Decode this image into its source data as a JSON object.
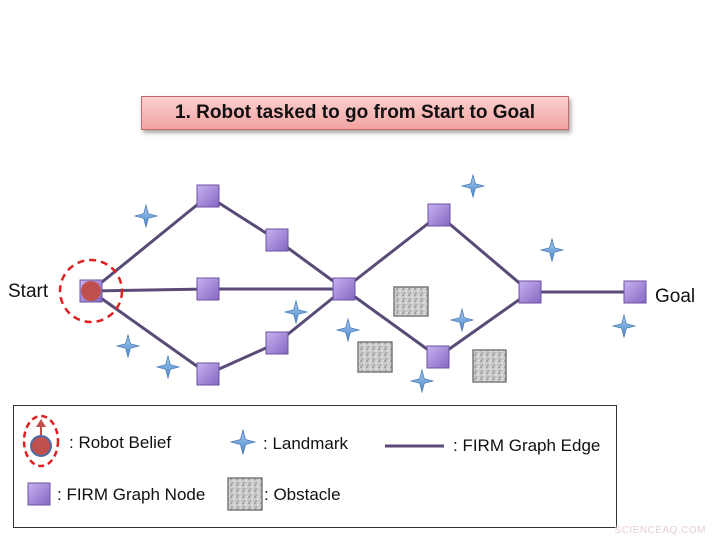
{
  "title": "1. Robot tasked to go from Start to Goal",
  "labels": {
    "start": "Start",
    "goal": "Goal"
  },
  "legend": {
    "robot_belief": ": Robot Belief",
    "landmark": ": Landmark",
    "edge": ": FIRM Graph Edge",
    "node": ": FIRM Graph Node",
    "obstacle": ": Obstacle"
  },
  "watermark": "SCIENCEAQ.COM",
  "colors": {
    "node": "#9b7fd0",
    "edge": "#5a4a78",
    "belief": "#c0504d",
    "belief_ring": "#e02020",
    "landmark": "#6a9fd8",
    "title_bg": "#f5b3b2"
  }
}
